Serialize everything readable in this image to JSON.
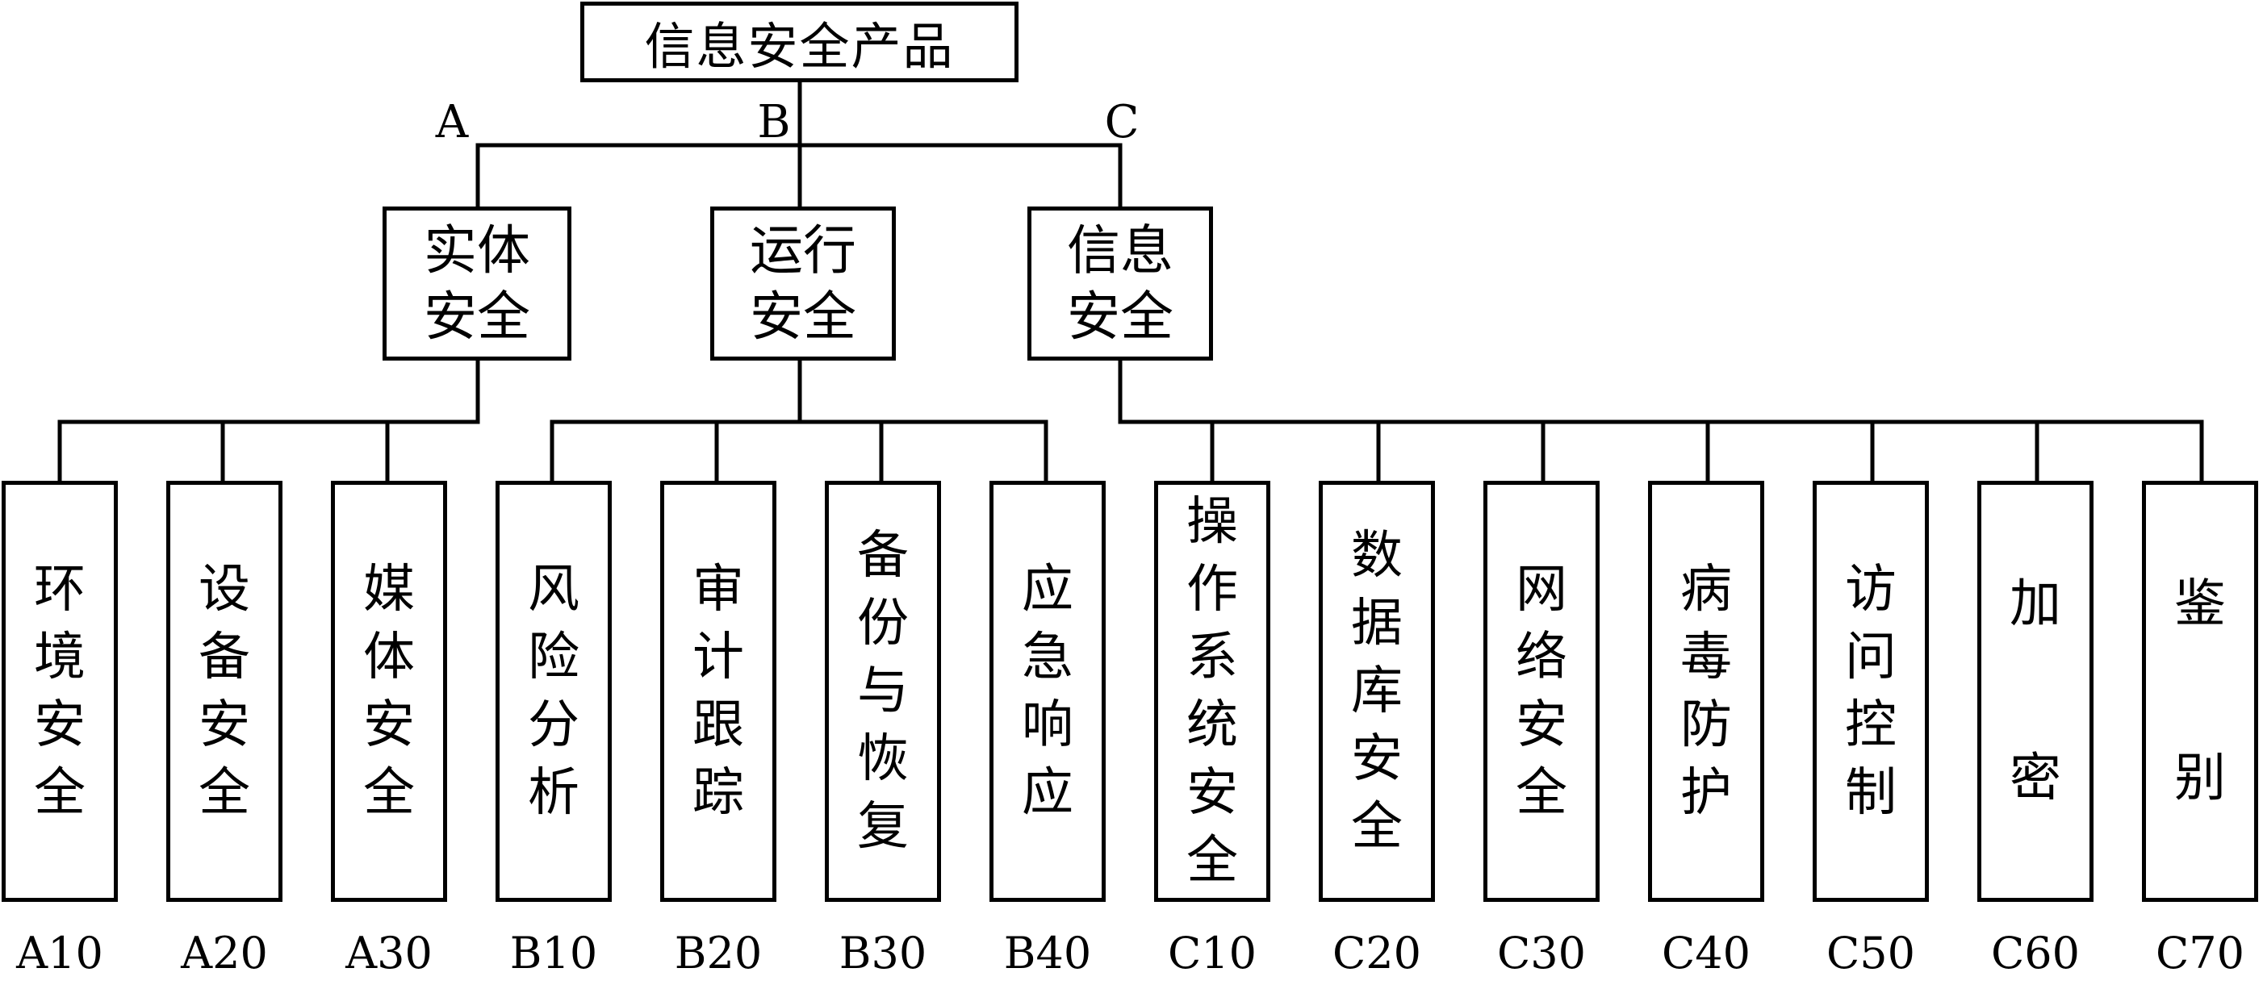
{
  "root": {
    "label": "信息安全产品"
  },
  "branches": [
    {
      "letter": "A",
      "label_lines": [
        "实体",
        "安全"
      ],
      "children": [
        {
          "code": "A10",
          "label": "环境安全"
        },
        {
          "code": "A20",
          "label": "设备安全"
        },
        {
          "code": "A30",
          "label": "媒体安全"
        }
      ]
    },
    {
      "letter": "B",
      "label_lines": [
        "运行",
        "安全"
      ],
      "children": [
        {
          "code": "B10",
          "label": "风险分析"
        },
        {
          "code": "B20",
          "label": "审计跟踪"
        },
        {
          "code": "B30",
          "label": "备份与恢复"
        },
        {
          "code": "B40",
          "label": "应急响应"
        }
      ]
    },
    {
      "letter": "C",
      "label_lines": [
        "信息",
        "安全"
      ],
      "children": [
        {
          "code": "C10",
          "label": "操作系统安全"
        },
        {
          "code": "C20",
          "label": "数据库安全"
        },
        {
          "code": "C30",
          "label": "网络安全"
        },
        {
          "code": "C40",
          "label": "病毒防护"
        },
        {
          "code": "C50",
          "label": "访问控制"
        },
        {
          "code": "C60",
          "label": "加密"
        },
        {
          "code": "C70",
          "label": "鉴别"
        }
      ]
    }
  ]
}
